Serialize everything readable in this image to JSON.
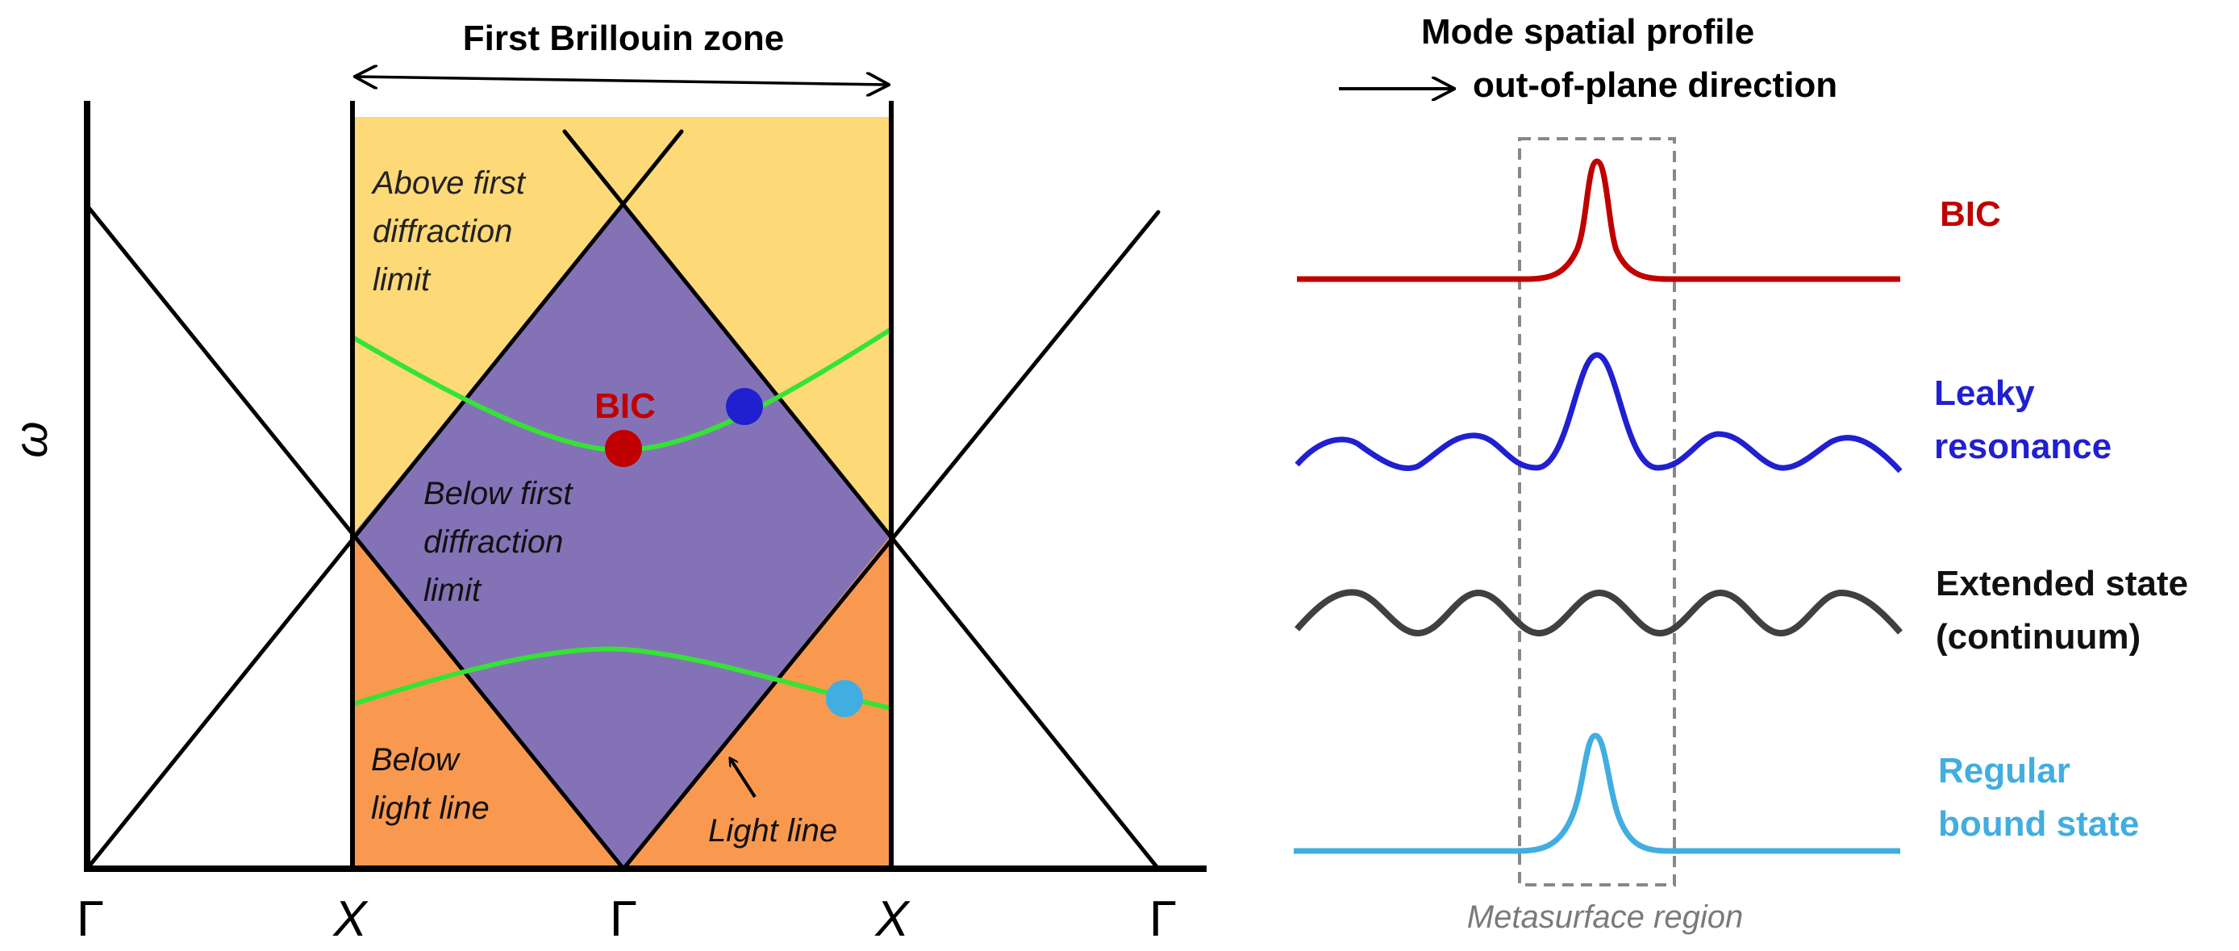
{
  "band_diagram": {
    "header": "First Brillouin zone",
    "y_axis_label": "ω",
    "k_labels": [
      "Γ",
      "X",
      "Γ",
      "X",
      "Γ"
    ],
    "regions": {
      "above_line1": "Above first",
      "above_line2": "diffraction",
      "above_line3": "limit",
      "below_diff_line1": "Below first",
      "below_diff_line2": "diffraction",
      "below_diff_line3": "limit",
      "below_light_line1": "Below",
      "below_light_line2": "light line"
    },
    "light_line_label": "Light line",
    "bic_label": "BIC"
  },
  "profiles": {
    "header_line1": "Mode spatial profile",
    "header_line2": "out-of-plane direction",
    "region_label": "Metasurface region",
    "modes": [
      {
        "line1": "BIC",
        "line2": "",
        "color": "#c00000"
      },
      {
        "line1": "Leaky",
        "line2": "resonance",
        "color": "#2020d0"
      },
      {
        "line1": "Extended state",
        "line2": "(continuum)",
        "color": "#111111"
      },
      {
        "line1": "Regular",
        "line2": "bound state",
        "color": "#42ade0"
      }
    ]
  },
  "colors": {
    "above_region": "#fdd978",
    "below_diffraction_region": "#8373b6",
    "below_light_region": "#f9994f",
    "band_line": "#35e335",
    "bic_dot": "#c00000",
    "leaky_dot": "#2020d0",
    "bound_dot": "#42ade0",
    "extended_curve": "#404040",
    "region_box": "#888888"
  }
}
